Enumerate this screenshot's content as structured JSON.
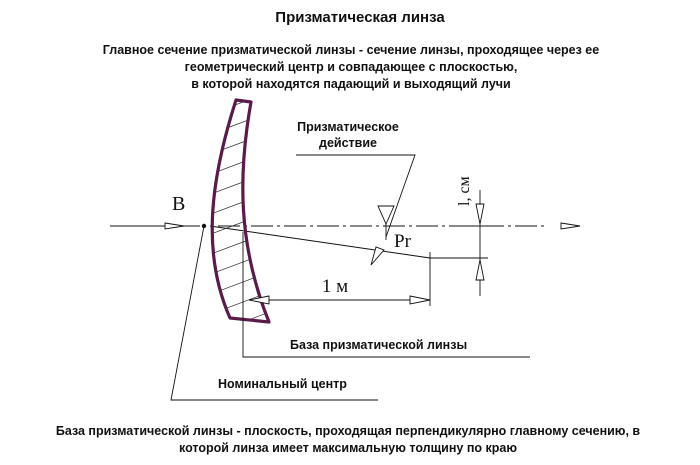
{
  "title": "Призматическая линза",
  "top_caption": {
    "line1": "Главное сечение призматической линзы - сечение линзы, проходящее через ее",
    "line2": "геометрический центр и совпадающее с плоскостью,",
    "line3": "в которой находятся падающий и выходящий лучи"
  },
  "labels": {
    "point_b": "B",
    "prism_action_1": "Призматическое",
    "prism_action_2": "действие",
    "pr": "Pr",
    "distance": "1 м",
    "offset": "l, см",
    "base_label": "База призматической линзы",
    "nominal_center": "Номинальный центр"
  },
  "bottom_caption": {
    "line1": "База призматической линзы - плоскость, проходящая перпендикулярно главному сечению, в",
    "line2": "которой линза имеет максимальную толщину по краю"
  },
  "colors": {
    "lens_outline": "#5a1a4a",
    "ink": "#111111"
  }
}
